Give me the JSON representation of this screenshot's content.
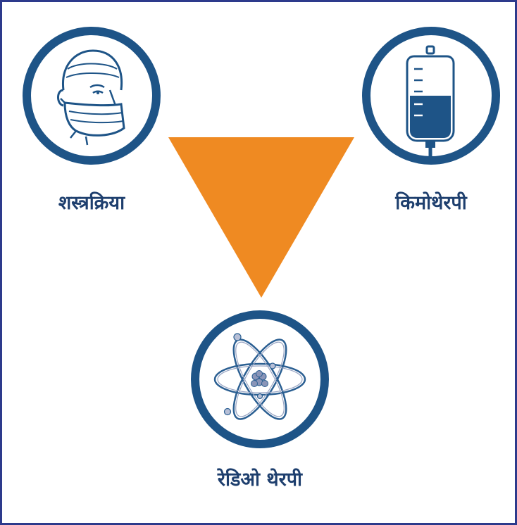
{
  "colors": {
    "border": "#2d3a8c",
    "icon_blue": "#1e5487",
    "label_blue": "#1e3f6e",
    "triangle": "#ef8a22"
  },
  "treatments": [
    {
      "id": "surgery",
      "label": "शस्त्रक्रिया",
      "icon": "surgeon-mask-icon"
    },
    {
      "id": "chemotherapy",
      "label": "किमोथेरपी",
      "icon": "iv-bag-icon"
    },
    {
      "id": "radiotherapy",
      "label": "रेडिओ थेरपी",
      "icon": "atom-icon"
    }
  ]
}
